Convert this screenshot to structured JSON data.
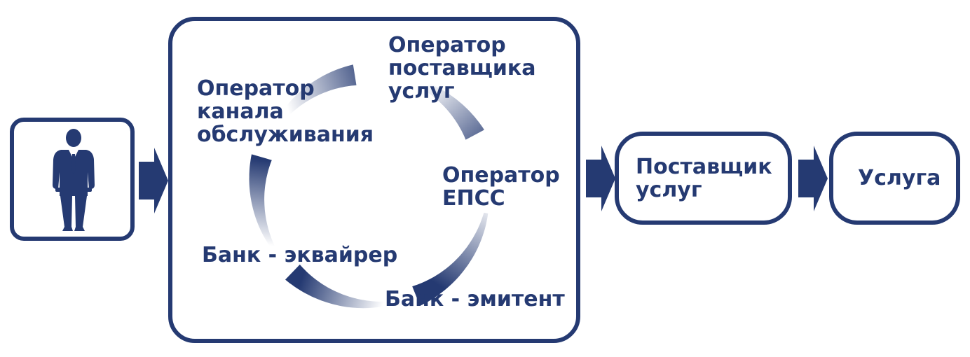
{
  "nodes": {
    "service_provider_operator": "Оператор\nпоставщика\nуслуг",
    "channel_operator": "Оператор\nканала\nобслуживания",
    "epss_operator": "Оператор\nЕПСС",
    "acquirer_bank": "Банк - эквайрер",
    "issuer_bank": "Банк - эмитент",
    "service_provider": "Поставщик\nуслуг",
    "service": "Услуга"
  },
  "colors": {
    "primary": "#253a72",
    "gradient_light": "#ffffff"
  },
  "icons": {
    "person": "businessman-icon",
    "flow_arrow": "right-arrow-icon"
  }
}
